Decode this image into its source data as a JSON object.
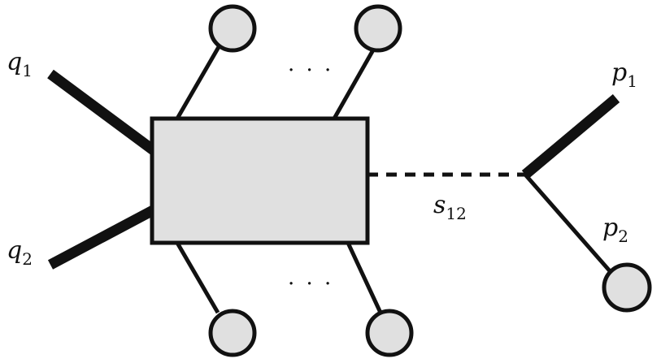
{
  "colors": {
    "line": "#111111",
    "fill": "#e0e0e0",
    "background": "#ffffff"
  },
  "labels": {
    "q1": {
      "base": "q",
      "sub": "1"
    },
    "q2": {
      "base": "q",
      "sub": "2"
    },
    "p1": {
      "base": "p",
      "sub": "1"
    },
    "p2": {
      "base": "p",
      "sub": "2"
    },
    "s12": {
      "base": "s",
      "sub": "12"
    }
  },
  "ellipsis_top": "· · ·",
  "ellipsis_bottom": "· · ·"
}
